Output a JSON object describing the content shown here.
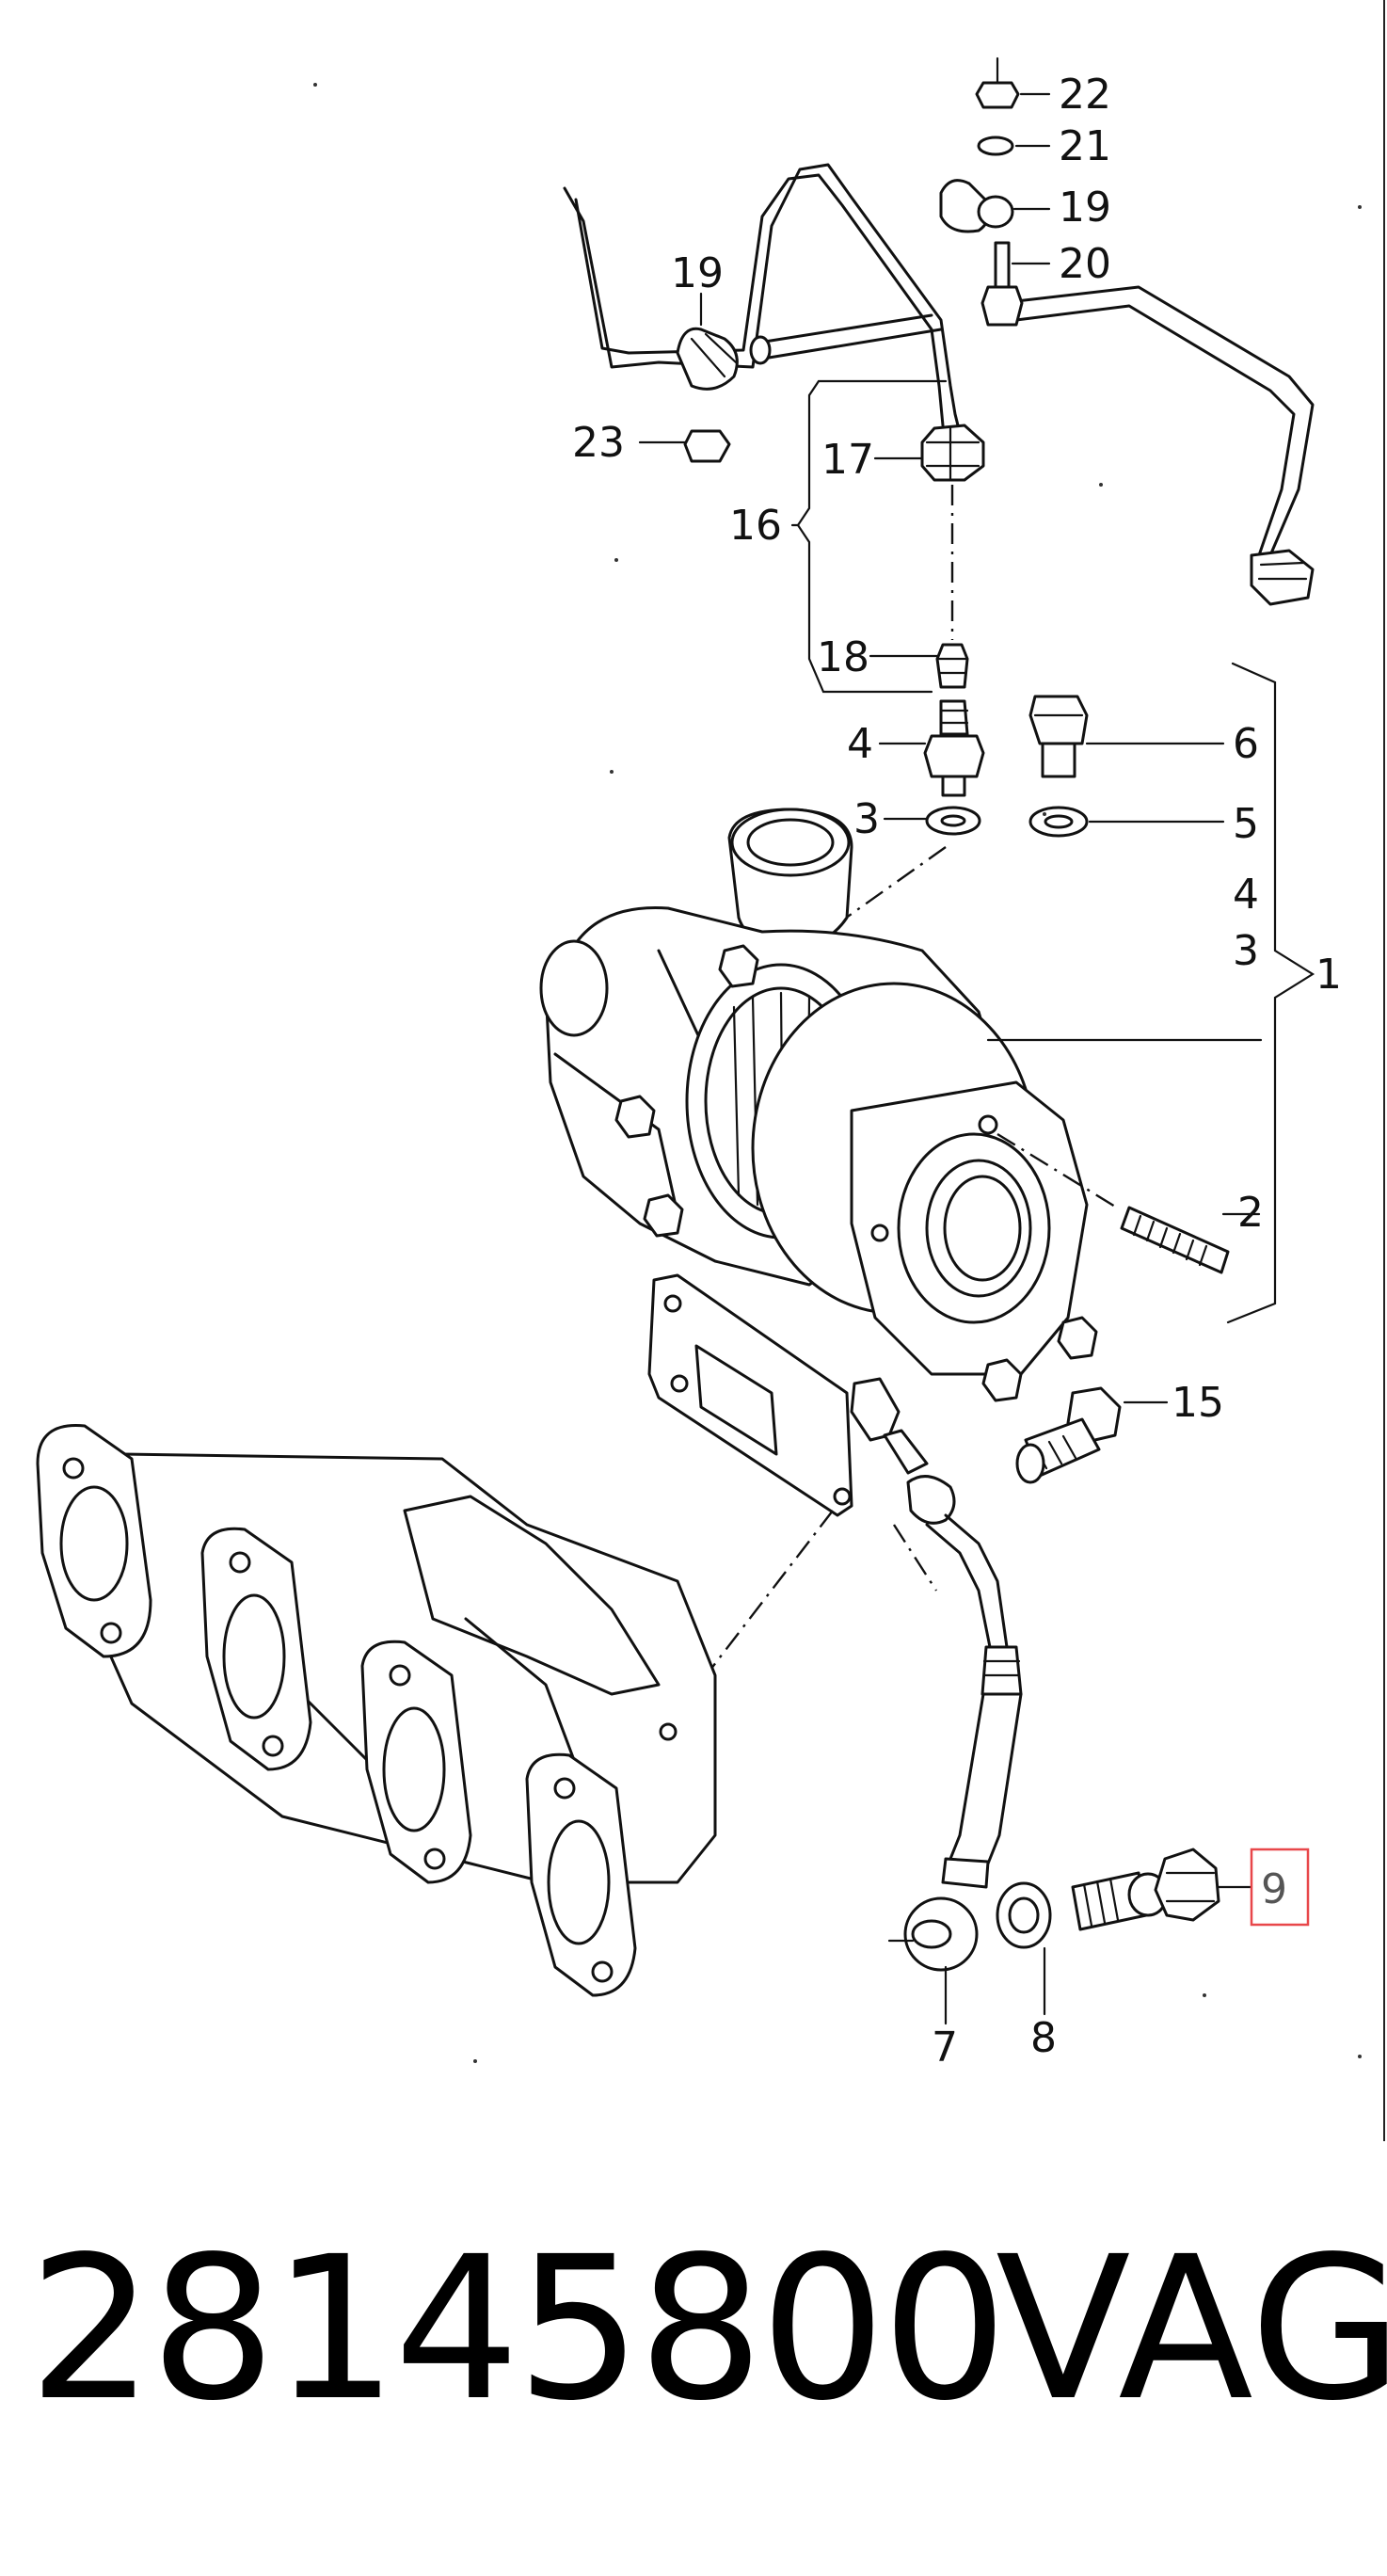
{
  "callouts": {
    "c22": "22",
    "c21": "21",
    "c19a": "19",
    "c20": "20",
    "c19b": "19",
    "c23": "23",
    "c17": "17",
    "c16": "16",
    "c18": "18",
    "c4a": "4",
    "c6": "6",
    "c3a": "3",
    "c5": "5",
    "c4b": "4",
    "c3b": "3",
    "c1": "1",
    "c2": "2",
    "c15": "15",
    "c9": "9",
    "c7": "7",
    "c8": "8"
  },
  "highlight": {
    "callout": "9",
    "color": "#e8474a"
  },
  "footer": {
    "part_number": "28145800",
    "brand": "VAG"
  }
}
